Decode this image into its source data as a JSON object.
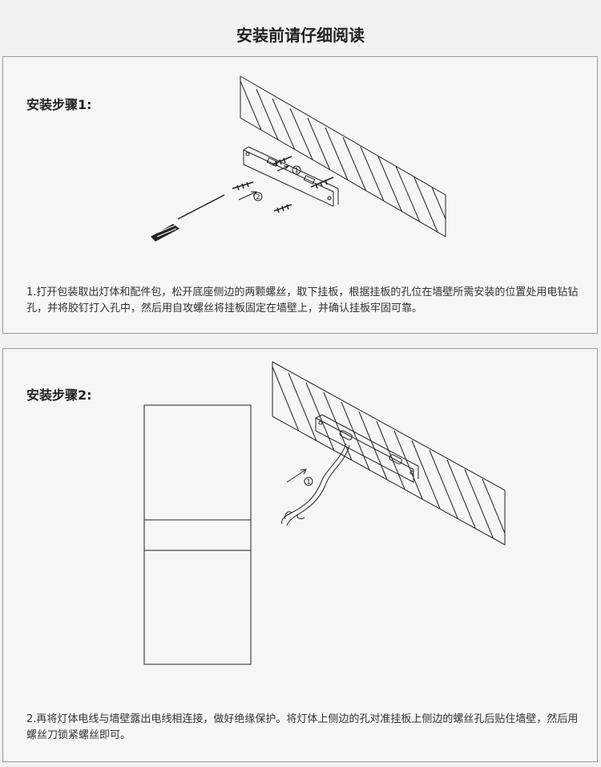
{
  "page": {
    "title": "安装前请仔细阅读"
  },
  "steps": [
    {
      "title": "安装步骤1:",
      "description": "1.打开包装取出灯体和配件包，松开底座侧边的两颗螺丝，取下挂板，根据挂板的孔位在墙壁所需安装的位置处用电钻钻孔，并将胶钉打入孔中，然后用自攻螺丝将挂板固定在墙壁上，并确认挂板牢固可靠。",
      "markers": [
        "1",
        "2"
      ]
    },
    {
      "title": "安装步骤2:",
      "description": "2.再将灯体电线与墙壁露出电线相连接，做好绝缘保护。将灯体上侧边的孔对准挂板上侧边的螺丝孔后贴住墙壁，然后用螺丝刀锁紧螺丝即可。",
      "markers": [
        "1"
      ]
    }
  ],
  "colors": {
    "background": "#f2f2f2",
    "panel_border": "#9a9a9a",
    "line": "#222222"
  }
}
